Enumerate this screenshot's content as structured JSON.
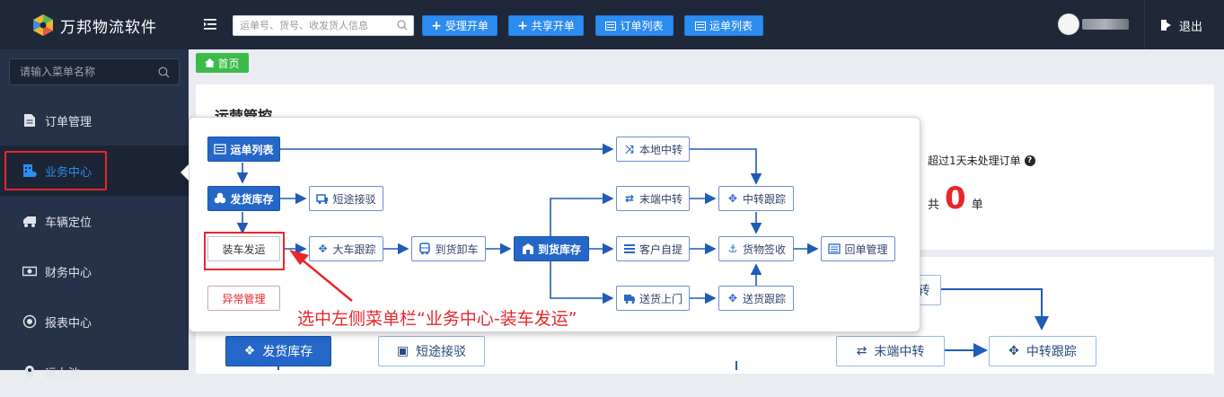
{
  "brand": {
    "name": "万邦物流软件"
  },
  "header": {
    "search_placeholder": "运单号、货号、收发货人信息",
    "buttons": [
      {
        "label": "受理开单",
        "icon": "plus-icon"
      },
      {
        "label": "共享开单",
        "icon": "plus-icon"
      },
      {
        "label": "订单列表",
        "icon": "list-icon"
      },
      {
        "label": "运单列表",
        "icon": "list-icon"
      }
    ],
    "logout_label": "退出"
  },
  "sidebar": {
    "search_placeholder": "请输入菜单名称",
    "items": [
      {
        "label": "订单管理",
        "icon": "document-icon"
      },
      {
        "label": "业务中心",
        "icon": "business-icon",
        "active": true
      },
      {
        "label": "车辆定位",
        "icon": "truck-icon"
      },
      {
        "label": "财务中心",
        "icon": "money-icon"
      },
      {
        "label": "报表中心",
        "icon": "eye-icon"
      },
      {
        "label": "运力池",
        "icon": "location-icon"
      }
    ]
  },
  "tabs": [
    {
      "label": "首页",
      "icon": "home-icon"
    }
  ],
  "main": {
    "card_title": "运营管控",
    "overdue_label": "超过1天未处理订单",
    "count_prefix": "共",
    "count_value": "0",
    "count_suffix": "单"
  },
  "flow": {
    "waybill_list": "运单列表",
    "local_transfer": "本地中转",
    "shipping_stock": "发货库存",
    "short_pickup": "短途接驳",
    "end_transfer": "末端中转",
    "transfer_tracking": "中转跟踪",
    "loading_dispatch": "装车发运",
    "truck_tracking": "大车跟踪",
    "arrival_unload": "到货卸车",
    "arrival_stock": "到货库存",
    "customer_pickup": "客户自提",
    "goods_signoff": "货物签收",
    "receipt_management": "回单管理",
    "exception_management": "异常管理",
    "delivery_door": "送货上门",
    "delivery_tracking": "送货跟踪"
  },
  "background_flow": {
    "shipping_stock": "发货库存",
    "short_pickup": "短途接驳",
    "transfer_partial": "转",
    "end_transfer": "末端中转",
    "transfer_tracking": "中转跟踪"
  },
  "annotation": "选中左侧菜单栏“业务中心-装车发运”",
  "colors": {
    "accent": "#2d8cf0",
    "highlight": "#e8262c",
    "topbar": "#1e2839",
    "sidebar": "#263247",
    "flow_solid": "#2467c9"
  }
}
